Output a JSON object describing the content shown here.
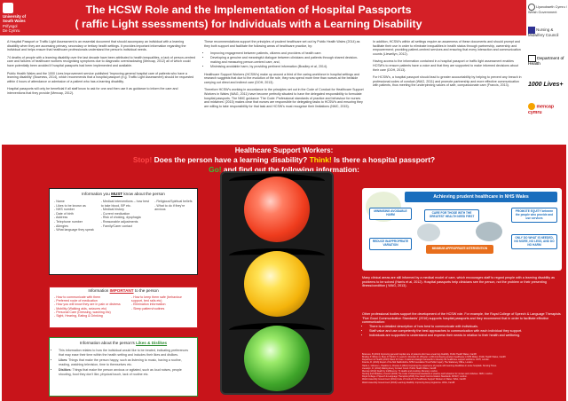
{
  "header": {
    "logo_lines": [
      "University of",
      "South Wales",
      "Prifysgol",
      "De Cymru"
    ],
    "title_line1": "The HCSW Role and the Implementation of Hospital Passports",
    "title_line2": "(  raffic Light  ssessments) for Individuals with a Learning Disability"
  },
  "right_logos": [
    "Llywodraeth Cymru / Welsh Government",
    "Nursing & Midwifery Council",
    "Department of Health",
    "1000 Lives+",
    "mencap cymru"
  ],
  "col1": [
    "A Hospital Passport or Traffic Light Assessment is an essential document that should accompany an individual with a learning disability when they are accessing primary, secondary or tertiary health settings. It provides important information regarding the individual and helps ensure that healthcare professionals understand the person's individual needs.",
    "74 deaths of people with a learning disability over the last decade have been attributed to health inequalities, a lack of person-centred care and failures of healthcare workers recognising symptoms due to diagnostic overshadowing (Mencap, 2012) all of which could have potentially been avoided if hospital passports had been implemented and available.",
    "Public Health Wales and the 1000 Lives Improvement service published 'Improving general hospital care of patients who have a learning disability' (Bowness, 2014), which recommends that a hospital passport (e.g. Traffic Light Assessment) should be requested within 4 hours of attendance or admission of a patient who has a learning disability.",
    "Hospital passports will only be beneficial if all staff know to ask for one and then use it as guidance to inform the care and interventions that they provide (Mencap, 2012)."
  ],
  "col2": {
    "intro": "These recommendations support the principles of prudent healthcare set out by Public Health Wales (2014) as they both support and facilitate the following areas of healthcare practice, by:",
    "bullets": [
      "Improving engagement between patients, citizens and providers of health care.",
      "Developing a genuine and meaningful dialogue between clinicians and patients through shared decision-making and measuring person-centred care, and,",
      "Minimising avoidable harm, by providing pertinent information (Bradley et al, 2014)."
    ],
    "p2": "Healthcare Support Workers (HCSW's) make up around a third of the caring workforce in hospital settings and research suggests that due to the evolution of the role, they now spend more time than nurses at the bedside carrying out direct and indirect care (DOH, 2013).",
    "p3": "Therefore HCSW's working in accordance to the principles set out in the Code of Conduct for Healthcare Support Workers in Wales (WAG, 2011) have become perfectly situated to have the delegated responsibility to formulate hospital passports. The NMC guidance 'The Code: Professional standards of practice and behaviour for nurses and midwives' (2015) makes clear that nurses are responsible for delegating tasks to HCSW's and ensuring they are willing to take responsibility for that task and HCSW's must recognise their limitations (NMC, 2015)."
  },
  "col3": [
    "In addition, HCSW's within all settings require an awareness of these documents and should prompt and facilitate their use in order to eliminate inequalities in health status through partnership, ownership and empowerment; providing patient-centred services and ensuring that every interaction and communication counts (Llewellyn, 2012).",
    "Having access to the information contained in a hospital passport or traffic light assessment enables HCSW's to ensure patients have a voice and that they are supported to make informed decisions about their care (DOH, 2013).",
    "For HCSW's, a hospital passport should lead to greater accountability by helping to prevent any breach in professional codes of conduct (WAG, 2011) and promote partnership and more effective communication with patients, thus meeting the underpinning values of safe, compassionate care (Francis, 2013)."
  ],
  "panel_head": {
    "line1": "Healthcare Support Workers:",
    "stop": "Stop!",
    "line2a": " Does the person have a learning disability? ",
    "think": "Think!",
    "line2b": " Is there a hospital passport?",
    "go": "Go!",
    "line3": " and find out the following information:"
  },
  "box_must": {
    "title_a": "Information you ",
    "title_b": "MUST",
    "title_c": " know about the person",
    "left": [
      "Name",
      "Likes to be known as",
      "NHS number",
      "Date of birth",
      "Address",
      "Telephone number",
      "Allergies",
      "What language they speak"
    ],
    "mid": [
      "Medical interventions – how best to take blood, BP etc.",
      "Medical history",
      "Current medication",
      "Risk of choking, dysphagia",
      "Reasonable adjustments",
      "Family/Carer contact"
    ],
    "right": [
      "Religious/Spiritual beliefs",
      "What to do if they're anxious"
    ]
  },
  "box_imp": {
    "title_a": "Information ",
    "title_b": "IMPORTANT",
    "title_c": " to the person",
    "left": [
      "How to communicate with them",
      "Preferred route of medication",
      "How you will know they are in pain or distress",
      "Mobility (Walking aids, seizures etc)",
      "Personal Care (Dressing, washing etc)",
      "Sight, Hearing, Eating & Drinking"
    ],
    "right": [
      "How to keep them safe (behaviour support, bed rails etc)",
      "Elimination information",
      "Sleep pattern/routines"
    ]
  },
  "box_like": {
    "title_a": "Information about the person's ",
    "title_b": "Likes & Dislikes",
    "items": [
      {
        "label": "",
        "text": "This information relates to how the individual would like to be treated, indicating preferences that may ease their time within the health setting and includes their likes and dislikes."
      },
      {
        "label": "Likes",
        "text": ": Things that make the person happy, such as listening to music, having a routine, reading, watching television, time to themselves etc."
      },
      {
        "label": "Dislikes",
        "text": ": Things that make the person anxious or agitated, such as loud noises, people shouting, food they don't like, physical touch, lack of routine etc."
      }
    ]
  },
  "graphic": {
    "title": "Achieving prudent healthcare in NHS Wales",
    "box1": "MINIMISING AVOIDABLE HARM",
    "box2": "PROMOTE EQUITY between the people who provide and use services",
    "box3": "CARE FOR THOSE WITH THE GREATEST HEALTH NEED FIRST",
    "box4": "ONLY DO WHAT IS NEEDED, NO MORE, NO LESS, AND DO NO HARM",
    "box5": "REDUCE INAPPROPRIATE VARIATION",
    "box6": "MINIMUM APPROPRIATE INTERVENTION"
  },
  "right_text1": "Many clinical areas are still informed by a medical model of care, which encourages staff to regard people with a learning disability as problems to be solved (Harris et al, 2012). Hospital passports help clinicians see the person, not the problem or their presenting illness/condition ( WAG, 2013).",
  "right_text2": {
    "intro": "Other professional bodies support the development of the HCSW role. For example, the Royal College of Speech & Language Therapists 'Five Good Communication Standards' (2016) supports hospital passports and they recommend that in order to facilitate effective communication:",
    "bullets": [
      "There is a detailed description of how best to communicate with individuals.",
      "Staff value and use competently the best approaches to communication with each individual they support.",
      "Individuals are supported to understand and express their needs in relation to their health and wellbeing."
    ]
  },
  "references": [
    "Bowness, B (2014) Improving general hospital care of patients who have a learning disability. Public Health Wales, Cardiff.",
    "Bradley P, Wilson A, Buss P, Hamlin H, Lewis R, Mountain D, Wheeler L (2014) Achieving prudent healthcare in NHS Wales. Public Health Wales, Cardiff.",
    "Department of Health (2013) Talent for Care: A national strategic framework to develop the healthcare support workforce. DOH, London.",
    "Francis, R. (2013) Report of the Mid Staffordshire NHS Foundation Trust Public Inquiry. The Stationery Office, London.",
    "Harris J, Gilmore L, Hawkins A, Chester A (2012) Improving the experience of people with learning disabilities in acute hospitals. Nursing Times.",
    "Llewellyn, D. (2012) Making Every Contact Count. Public Health Wales, Cardiff.",
    "Mencap (2012) Death by indifference: 74 deaths and counting. Mencap, London.",
    "Nursing and Midwifery Council (2015) The Code: Professional standards of practice and behaviour for nurses and midwives. NMC, London.",
    "Royal College of Speech & Language Therapists (2016) Five Good Communication Standards. RCSLT, London.",
    "Welsh Assembly Government (2011) Code of Conduct for Healthcare Support Workers in Wales. WAG, Cardiff.",
    "Welsh Assembly Government (2013) Learning disability: Improving lives programme. WAG, Cardiff."
  ]
}
